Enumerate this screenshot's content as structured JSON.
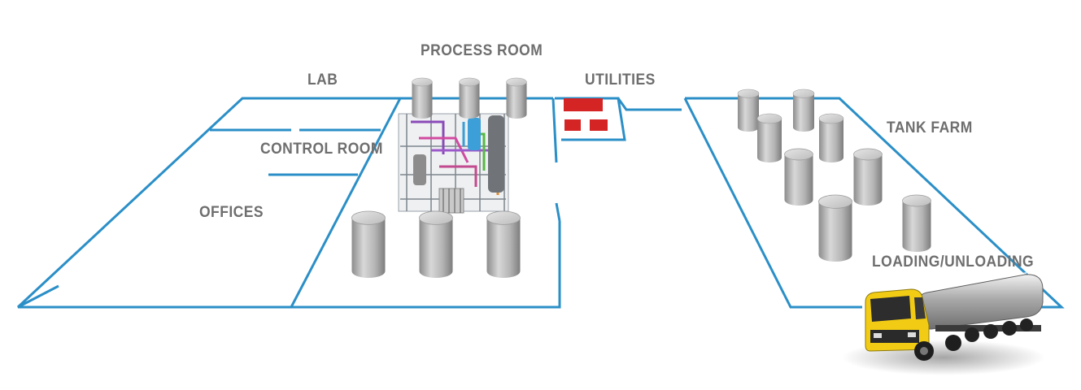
{
  "areas": {
    "process_room": "PROCESS ROOM",
    "lab": "LAB",
    "utilities": "UTILITIES",
    "control_room": "CONTROL ROOM",
    "offices": "OFFICES",
    "tank_farm": "TANK FARM",
    "loading_unloading": "LOADING/UNLOADING"
  },
  "colors": {
    "wall_line": "#2b8fc7",
    "label_text": "#6e6e6e",
    "utility_block": "#d42424",
    "tank_body": "#b8b8b8",
    "truck_cab": "#f2cc14"
  },
  "icons": [
    "storage-tank-icon",
    "process-skid-icon",
    "utility-unit-icon",
    "tanker-truck-icon"
  ]
}
